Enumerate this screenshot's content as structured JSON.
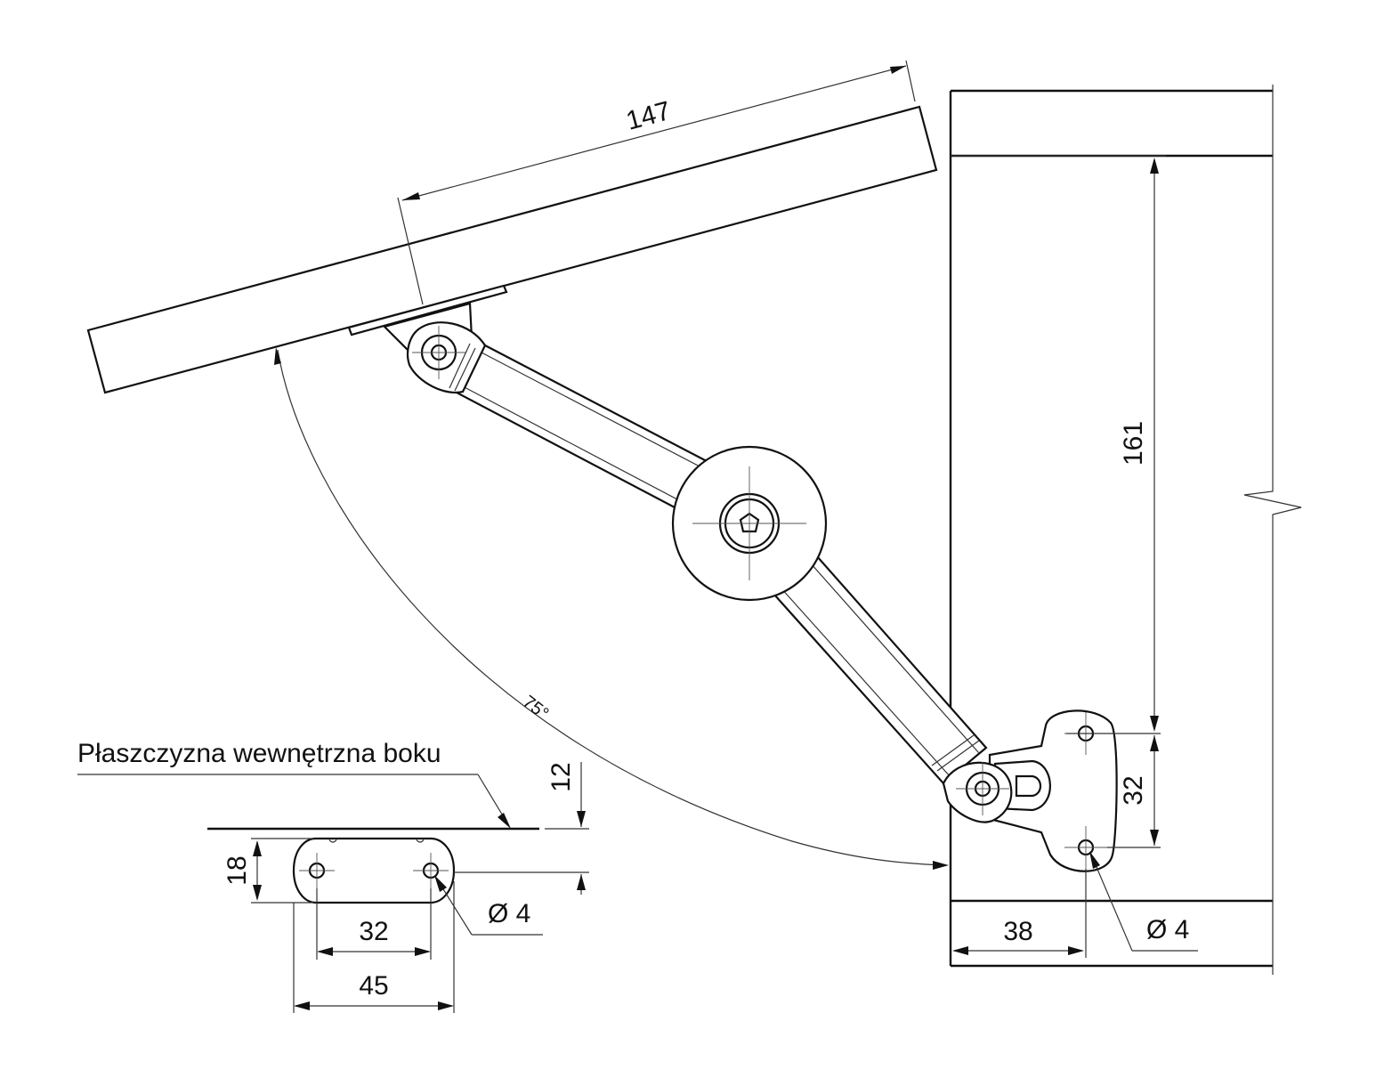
{
  "labels": {
    "side_plane": "Płaszczyzna wewnętrzna boku",
    "lid_length": "147",
    "height_161": "161",
    "angle": "75°",
    "spacing_bracket": "32",
    "hole_bracket": "Ø 4",
    "offset_38": "38",
    "offset_12": "12",
    "plate_height": "18",
    "plate_hole_spacing": "32",
    "plate_width": "45",
    "hole_plate": "Ø 4"
  }
}
